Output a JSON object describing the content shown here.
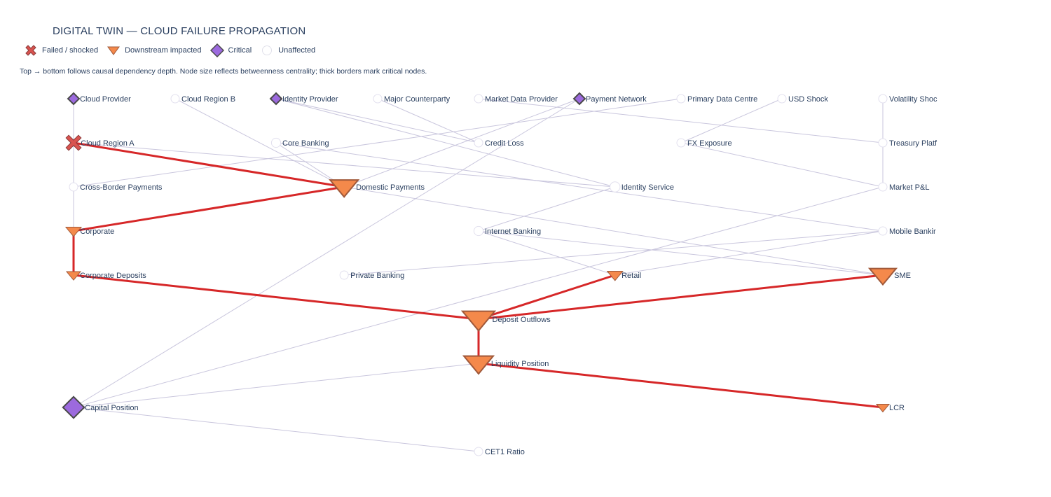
{
  "title": "DIGITAL TWIN — CLOUD FAILURE PROPAGATION",
  "subtitle": "Top → bottom follows causal dependency depth. Node size reflects betweenness centrality; thick borders mark critical nodes.",
  "legend": [
    {
      "status": "failed",
      "label": "Failed / shocked"
    },
    {
      "status": "impacted",
      "label": "Downstream impacted"
    },
    {
      "status": "critical",
      "label": "Critical"
    },
    {
      "status": "unaffected",
      "label": "Unaffected"
    }
  ],
  "colors": {
    "failed": "#d9534f",
    "impacted": "#f4894b",
    "critical": "#9c6ade",
    "unaffected": "#ffffff",
    "propagation_edge": "#d62728",
    "dependency_edge": "#c9c6dd",
    "text": "#2a3f5f"
  },
  "nodes": [
    {
      "id": "cloud_provider",
      "label": "Cloud Provider",
      "status": "critical",
      "size": 1
    },
    {
      "id": "cloud_region_b",
      "label": "Cloud Region B",
      "status": "unaffected",
      "size": 1
    },
    {
      "id": "identity_provider",
      "label": "Identity Provider",
      "status": "critical",
      "size": 1
    },
    {
      "id": "major_counterparty",
      "label": "Major Counterparty",
      "status": "unaffected",
      "size": 1
    },
    {
      "id": "market_data_provider",
      "label": "Market Data Provider",
      "status": "unaffected",
      "size": 1
    },
    {
      "id": "payment_network",
      "label": "Payment Network",
      "status": "critical",
      "size": 1
    },
    {
      "id": "primary_data_centre",
      "label": "Primary Data Centre",
      "status": "unaffected",
      "size": 1
    },
    {
      "id": "usd_shock",
      "label": "USD Shock",
      "status": "unaffected",
      "size": 1
    },
    {
      "id": "volatility_shock",
      "label": "Volatility Shoc",
      "status": "unaffected",
      "size": 1
    },
    {
      "id": "cloud_region_a",
      "label": "Cloud Region A",
      "status": "failed",
      "size": 1.2
    },
    {
      "id": "core_banking",
      "label": "Core Banking",
      "status": "unaffected",
      "size": 1.1
    },
    {
      "id": "credit_loss",
      "label": "Credit Loss",
      "status": "unaffected",
      "size": 1
    },
    {
      "id": "fx_exposure",
      "label": "FX Exposure",
      "status": "unaffected",
      "size": 1
    },
    {
      "id": "treasury_platform",
      "label": "Treasury Platf",
      "status": "unaffected",
      "size": 1
    },
    {
      "id": "cross_border_payments",
      "label": "Cross-Border Payments",
      "status": "unaffected",
      "size": 1
    },
    {
      "id": "domestic_payments",
      "label": "Domestic Payments",
      "status": "impacted",
      "size": 2.0
    },
    {
      "id": "identity_service",
      "label": "Identity Service",
      "status": "unaffected",
      "size": 1.2
    },
    {
      "id": "market_pnl",
      "label": "Market P&L",
      "status": "unaffected",
      "size": 1
    },
    {
      "id": "corporate",
      "label": "Corporate",
      "status": "impacted",
      "size": 1.1
    },
    {
      "id": "internet_banking",
      "label": "Internet Banking",
      "status": "unaffected",
      "size": 1.1
    },
    {
      "id": "mobile_banking",
      "label": "Mobile Bankir",
      "status": "unaffected",
      "size": 1
    },
    {
      "id": "corporate_deposits",
      "label": "Corporate Deposits",
      "status": "impacted",
      "size": 1.0
    },
    {
      "id": "private_banking",
      "label": "Private Banking",
      "status": "unaffected",
      "size": 1
    },
    {
      "id": "retail",
      "label": "Retail",
      "status": "impacted",
      "size": 1.1
    },
    {
      "id": "sme",
      "label": "SME",
      "status": "impacted",
      "size": 1.9
    },
    {
      "id": "deposit_outflows",
      "label": "Deposit Outflows",
      "status": "impacted",
      "size": 2.3
    },
    {
      "id": "liquidity_position",
      "label": "Liquidity Position",
      "status": "impacted",
      "size": 2.1
    },
    {
      "id": "capital_position",
      "label": "Capital Position",
      "status": "critical",
      "size": 1.9
    },
    {
      "id": "lcr",
      "label": "LCR",
      "status": "impacted",
      "size": 0.9
    },
    {
      "id": "cet1_ratio",
      "label": "CET1 Ratio",
      "status": "unaffected",
      "size": 1
    }
  ],
  "edges": [
    {
      "from": "cloud_region_a",
      "to": "domestic_payments",
      "propagation": true
    },
    {
      "from": "domestic_payments",
      "to": "corporate",
      "propagation": true
    },
    {
      "from": "corporate",
      "to": "corporate_deposits",
      "propagation": true
    },
    {
      "from": "corporate_deposits",
      "to": "deposit_outflows",
      "propagation": true
    },
    {
      "from": "deposit_outflows",
      "to": "retail",
      "propagation": true
    },
    {
      "from": "deposit_outflows",
      "to": "sme",
      "propagation": true
    },
    {
      "from": "deposit_outflows",
      "to": "liquidity_position",
      "propagation": true
    },
    {
      "from": "liquidity_position",
      "to": "lcr",
      "propagation": true
    },
    {
      "from": "cloud_provider",
      "to": "cloud_region_a",
      "propagation": false
    },
    {
      "from": "cloud_region_a",
      "to": "corporate",
      "propagation": false
    },
    {
      "from": "cloud_region_a",
      "to": "identity_service",
      "propagation": false
    },
    {
      "from": "cloud_region_b",
      "to": "domestic_payments",
      "propagation": false
    },
    {
      "from": "identity_provider",
      "to": "identity_service",
      "propagation": false
    },
    {
      "from": "identity_provider",
      "to": "credit_loss",
      "propagation": false
    },
    {
      "from": "major_counterparty",
      "to": "credit_loss",
      "propagation": false
    },
    {
      "from": "market_data_provider",
      "to": "treasury_platform",
      "propagation": false
    },
    {
      "from": "payment_network",
      "to": "domestic_payments",
      "propagation": false
    },
    {
      "from": "payment_network",
      "to": "capital_position",
      "propagation": false
    },
    {
      "from": "primary_data_centre",
      "to": "cross_border_payments",
      "propagation": false
    },
    {
      "from": "usd_shock",
      "to": "fx_exposure",
      "propagation": false
    },
    {
      "from": "volatility_shock",
      "to": "market_pnl",
      "propagation": false
    },
    {
      "from": "core_banking",
      "to": "domestic_payments",
      "propagation": false
    },
    {
      "from": "core_banking",
      "to": "mobile_banking",
      "propagation": false
    },
    {
      "from": "fx_exposure",
      "to": "market_pnl",
      "propagation": false
    },
    {
      "from": "identity_service",
      "to": "internet_banking",
      "propagation": false
    },
    {
      "from": "domestic_payments",
      "to": "sme",
      "propagation": false
    },
    {
      "from": "market_pnl",
      "to": "capital_position",
      "propagation": false
    },
    {
      "from": "internet_banking",
      "to": "sme",
      "propagation": false
    },
    {
      "from": "internet_banking",
      "to": "retail",
      "propagation": false
    },
    {
      "from": "mobile_banking",
      "to": "private_banking",
      "propagation": false
    },
    {
      "from": "mobile_banking",
      "to": "retail",
      "propagation": false
    },
    {
      "from": "liquidity_position",
      "to": "capital_position",
      "propagation": false
    },
    {
      "from": "capital_position",
      "to": "cet1_ratio",
      "propagation": false
    }
  ]
}
